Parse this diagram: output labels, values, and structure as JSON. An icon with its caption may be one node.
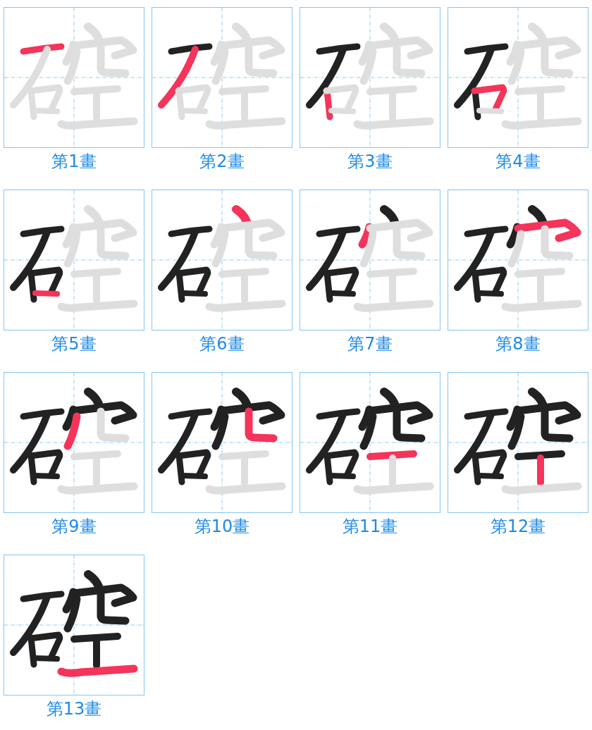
{
  "diagram": {
    "nodes": [
      {
        "text": [],
        "shape": "picture",
        "beside": [
          "第1畫"
        ]
      },
      {
        "text": [],
        "shape": "picture",
        "beside": [
          "第2畫"
        ]
      },
      {
        "text": [],
        "shape": "picture",
        "beside": [
          "第3畫"
        ]
      },
      {
        "text": [],
        "shape": "picture",
        "beside": [
          "第4畫"
        ]
      },
      {
        "text": [],
        "shape": "picture",
        "beside": [
          "第5畫"
        ]
      },
      {
        "text": [],
        "shape": "picture",
        "beside": [
          "第6畫"
        ]
      },
      {
        "text": [],
        "shape": "picture",
        "beside": [
          "第7畫"
        ]
      },
      {
        "text": [],
        "shape": "picture",
        "beside": [
          "第8畫"
        ]
      },
      {
        "text": [],
        "shape": "picture",
        "beside": [
          "第9畫"
        ]
      },
      {
        "text": [],
        "shape": "picture",
        "beside": [
          "第10畫"
        ]
      },
      {
        "text": [],
        "shape": "picture",
        "beside": [
          "第11畫"
        ]
      },
      {
        "text": [],
        "shape": "picture",
        "beside": [
          "第12畫"
        ]
      },
      {
        "text": [],
        "shape": "picture",
        "beside": [
          "第13畫"
        ]
      }
    ]
  }
}
